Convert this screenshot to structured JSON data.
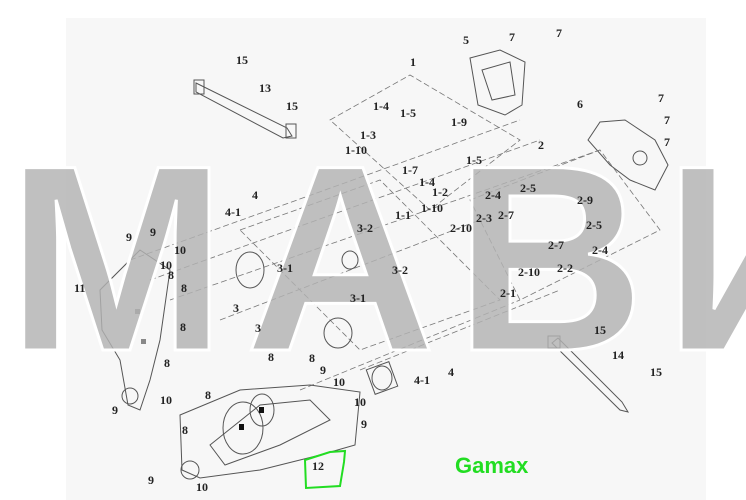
{
  "diagram": {
    "watermark": "МАВИР",
    "brand": "Gamax",
    "highlight_color": "#22dd22",
    "highlighted_part": "12",
    "labels": [
      "15",
      "13",
      "15",
      "1",
      "5",
      "7",
      "7",
      "6",
      "7",
      "7",
      "7",
      "1-4",
      "1-5",
      "1-9",
      "1-3",
      "1-10",
      "1-5",
      "1-7",
      "1-4",
      "1-2",
      "1-10",
      "1-1",
      "2",
      "2-5",
      "2-4",
      "2-9",
      "2-3",
      "2-7",
      "2-5",
      "2-10",
      "2-7",
      "2-4",
      "2-10",
      "2-2",
      "2-1",
      "4-1",
      "4",
      "3-2",
      "3-1",
      "3-2",
      "3-1",
      "3",
      "3",
      "9",
      "9",
      "10",
      "10",
      "8",
      "11",
      "8",
      "8",
      "8",
      "8",
      "9",
      "10",
      "8",
      "10",
      "9",
      "8",
      "8",
      "10",
      "9",
      "9",
      "10",
      "4",
      "4-1",
      "15",
      "14",
      "15",
      "12"
    ]
  }
}
